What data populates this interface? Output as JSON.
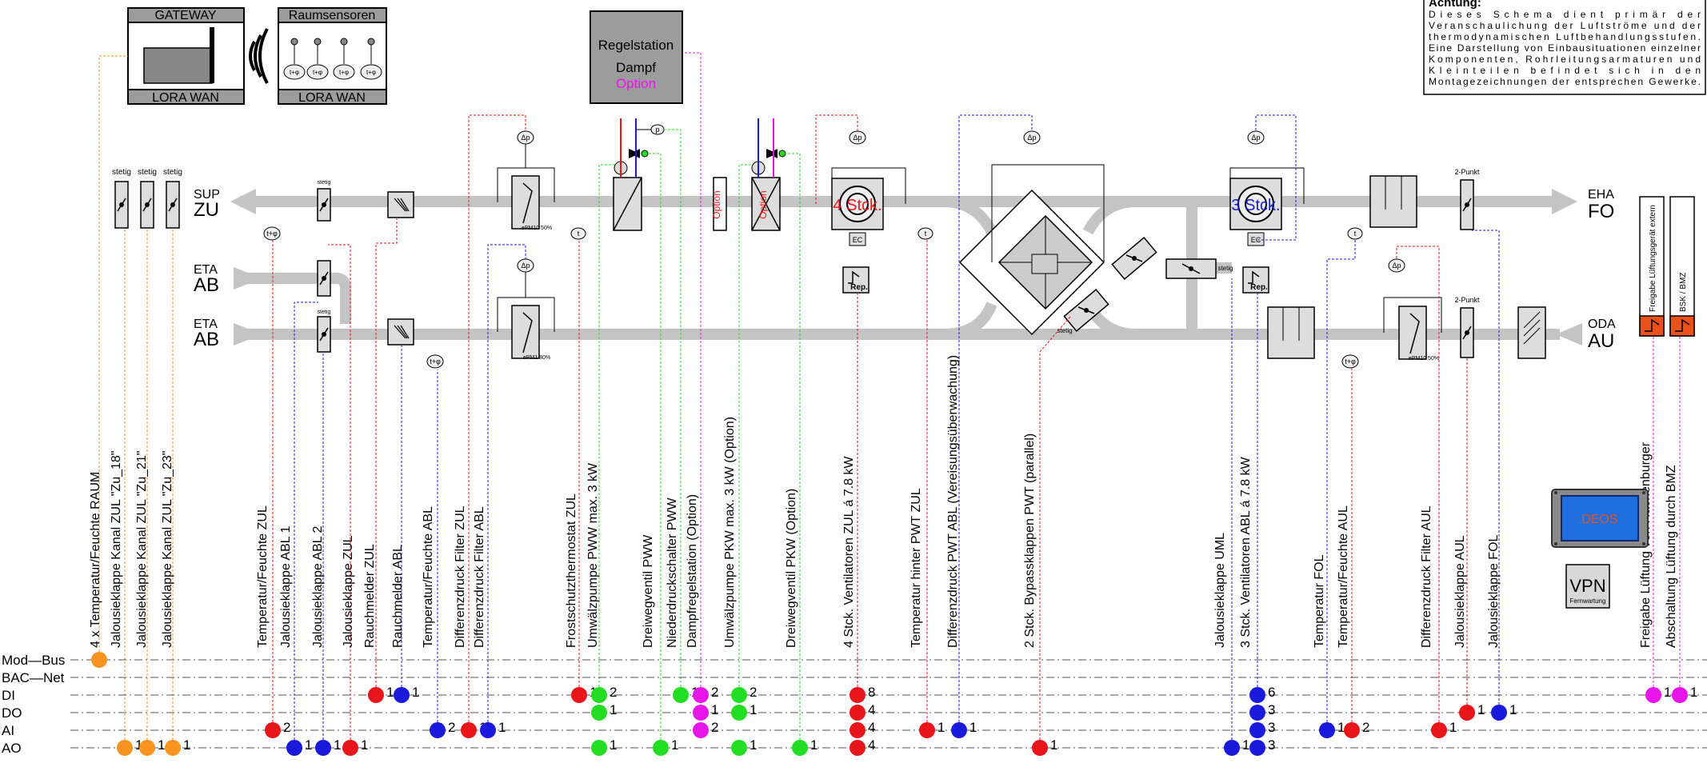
{
  "gateway": {
    "title": "GATEWAY",
    "footer": "LORA WAN"
  },
  "sensors": {
    "title": "Raumsensoren",
    "footer": "LORA WAN",
    "chip": "t+φ"
  },
  "regelstation": {
    "line1": "Regelstation",
    "line2": "Dampf",
    "line3": "Option"
  },
  "note": {
    "title": "Achtung:",
    "lines": [
      "Dieses Schema dient primär der",
      "Veranschaulichung der Luftströme und der",
      "thermodynamischen Luftbehandlungsstufen.",
      "Eine Darstellung von Einbausituationen einzelner",
      "Komponenten, Rohrleitungsarmaturen und",
      "Kleinteilen befindet sich in den",
      "Montagezeichnungen der entsprechen Gewerke."
    ]
  },
  "ducts": {
    "sup": "SUP",
    "zu": "ZU",
    "eta1": "ETA",
    "ab1": "AB",
    "eta2": "ETA",
    "ab2": "AB",
    "eha": "EHA",
    "fo": "FO",
    "oda": "ODA",
    "au": "AU"
  },
  "component_labels": {
    "stetig": "stetig",
    "zwei_punkt": "2-Punkt",
    "epm_sup": "ePM10 50%",
    "epm_eta": "ePM1 80%",
    "epm_oda": "ePM10 50%",
    "fan_sup": "4 Stck.",
    "fan_eha": "3 Stck.",
    "ec": "EC",
    "rep": "Rep.",
    "option": "Option",
    "dp": "Δp",
    "t": "t",
    "tphi": "t+φ",
    "p": "p"
  },
  "right_vertical": {
    "extern": "Freigabe Lüftungsgerät extern",
    "bsk": "BSK / BMZ"
  },
  "deos": "DEOS",
  "vpn": {
    "title": "VPN",
    "sub": "Fernwartung"
  },
  "signal_labels": [
    "4 x Temperatur/Feuchte RAUM",
    "Jalousieklappe Kanal ZUL \"Zu_18\"",
    "Jalousieklappe Kanal ZUL \"Zu_21\"",
    "Jalousieklappe Kanal ZUL \"Zu_23\"",
    "Temperatur/Feuchte ZUL",
    "Jalousieklappe ABL 1",
    "Jalousieklappe ABL 2",
    "Jalousieklappe ZUL",
    "Rauchmelder ZUL",
    "Rauchmelder ABL",
    "Temperatur/Feuchte ABL",
    "Differenzdruck Filter ZUL",
    "Differenzdruck Filter ABL",
    "Frostschutzthermostat ZUL",
    "Umwälzpumpe PWW max. 3 kW",
    "Dreiwegventil PWW",
    "Niederdruckschalter PWW",
    "Dampfregelstation (Option)",
    "Umwälzpumpe PKW max. 3 kW (Option)",
    "Dreiwegventil PKW (Option)",
    "4 Stck. Ventilatoren ZUL á 7.8 kW",
    "Temperatur hinter PWT ZUL",
    "Differenzdruck PWT ABL (Vereisungsüberwachung)",
    "2 Stck. Bypassklappen PWT (parallel)",
    "Jalousieklappe UML",
    "3 Stck. Ventilatoren ABL á 7.8 kW",
    "Temperatur FOL",
    "Temperatur/Feuchte AUL",
    "Differenzdruck Filter AUL",
    "Jalousieklappe AUL",
    "Jalousieklappe FOL",
    "Freigabe Lüftung von Hachenburger",
    "Abschaltung Lüftung durch BMZ"
  ],
  "bus_lines": [
    "Mod—Bus",
    "BAC—Net",
    "DI",
    "DO",
    "AI",
    "AO"
  ],
  "points": [
    {
      "bus": "Mod—Bus",
      "col": "#f7931e",
      "n": ""
    },
    {
      "bus": "AO",
      "col": "#f7931e",
      "n": "1"
    },
    {
      "bus": "AO",
      "col": "#f7931e",
      "n": "1"
    },
    {
      "bus": "AO",
      "col": "#f7931e",
      "n": "1"
    },
    {
      "bus": "AI",
      "col": "#e8161b",
      "n": "2"
    },
    {
      "bus": "AO",
      "col": "#1a1adc",
      "n": "1"
    },
    {
      "bus": "AO",
      "col": "#1a1adc",
      "n": "1"
    },
    {
      "bus": "AO",
      "col": "#e8161b",
      "n": "1"
    },
    {
      "bus": "DI",
      "col": "#e8161b",
      "n": "1"
    },
    {
      "bus": "DI",
      "col": "#1a1adc",
      "n": "1"
    },
    {
      "bus": "AI",
      "col": "#1a1adc",
      "n": "2"
    },
    {
      "bus": "AI",
      "col": "#e8161b",
      "n": "1"
    },
    {
      "bus": "AI",
      "col": "#1a1adc",
      "n": "1"
    },
    {
      "bus": "DI",
      "col": "#e8161b",
      "n": "1"
    },
    {
      "bus": "DI",
      "col": "#22dd22",
      "n": "2"
    },
    {
      "bus": "DO",
      "col": "#22dd22",
      "n": "1"
    },
    {
      "bus": "AO",
      "col": "#22dd22",
      "n": "1"
    },
    {
      "bus": "AO",
      "col": "#22dd22",
      "n": "1"
    },
    {
      "bus": "DI",
      "col": "#22dd22",
      "n": "1"
    },
    {
      "bus": "DI",
      "col": "#e815e8",
      "n": "2"
    },
    {
      "bus": "DO",
      "col": "#e815e8",
      "n": "1"
    },
    {
      "bus": "AI",
      "col": "#e815e8",
      "n": "2"
    },
    {
      "bus": "DI",
      "col": "#22dd22",
      "n": "2"
    },
    {
      "bus": "DO",
      "col": "#22dd22",
      "n": "1"
    },
    {
      "bus": "AO",
      "col": "#22dd22",
      "n": "1"
    },
    {
      "bus": "AO",
      "col": "#22dd22",
      "n": "1"
    },
    {
      "bus": "DI",
      "col": "#e8161b",
      "n": "8"
    },
    {
      "bus": "DO",
      "col": "#e8161b",
      "n": "4"
    },
    {
      "bus": "AI",
      "col": "#e8161b",
      "n": "4"
    },
    {
      "bus": "AO",
      "col": "#e8161b",
      "n": "4"
    },
    {
      "bus": "AI",
      "col": "#e8161b",
      "n": "1"
    },
    {
      "bus": "AI",
      "col": "#1a1adc",
      "n": "1"
    },
    {
      "bus": "AO",
      "col": "#e8161b",
      "n": "1"
    },
    {
      "bus": "AO",
      "col": "#1a1adc",
      "n": "1"
    },
    {
      "bus": "DI",
      "col": "#1a1adc",
      "n": "6"
    },
    {
      "bus": "DO",
      "col": "#1a1adc",
      "n": "3"
    },
    {
      "bus": "AI",
      "col": "#1a1adc",
      "n": "3"
    },
    {
      "bus": "AO",
      "col": "#1a1adc",
      "n": "3"
    },
    {
      "bus": "AI",
      "col": "#1a1adc",
      "n": "1"
    },
    {
      "bus": "AI",
      "col": "#e8161b",
      "n": "2"
    },
    {
      "bus": "AI",
      "col": "#e8161b",
      "n": "1"
    },
    {
      "bus": "DO",
      "col": "#e8161b",
      "n": "1"
    },
    {
      "bus": "DO",
      "col": "#1a1adc",
      "n": "1"
    },
    {
      "bus": "DI",
      "col": "#e815e8",
      "n": "1"
    },
    {
      "bus": "DI",
      "col": "#e815e8",
      "n": "1"
    }
  ]
}
